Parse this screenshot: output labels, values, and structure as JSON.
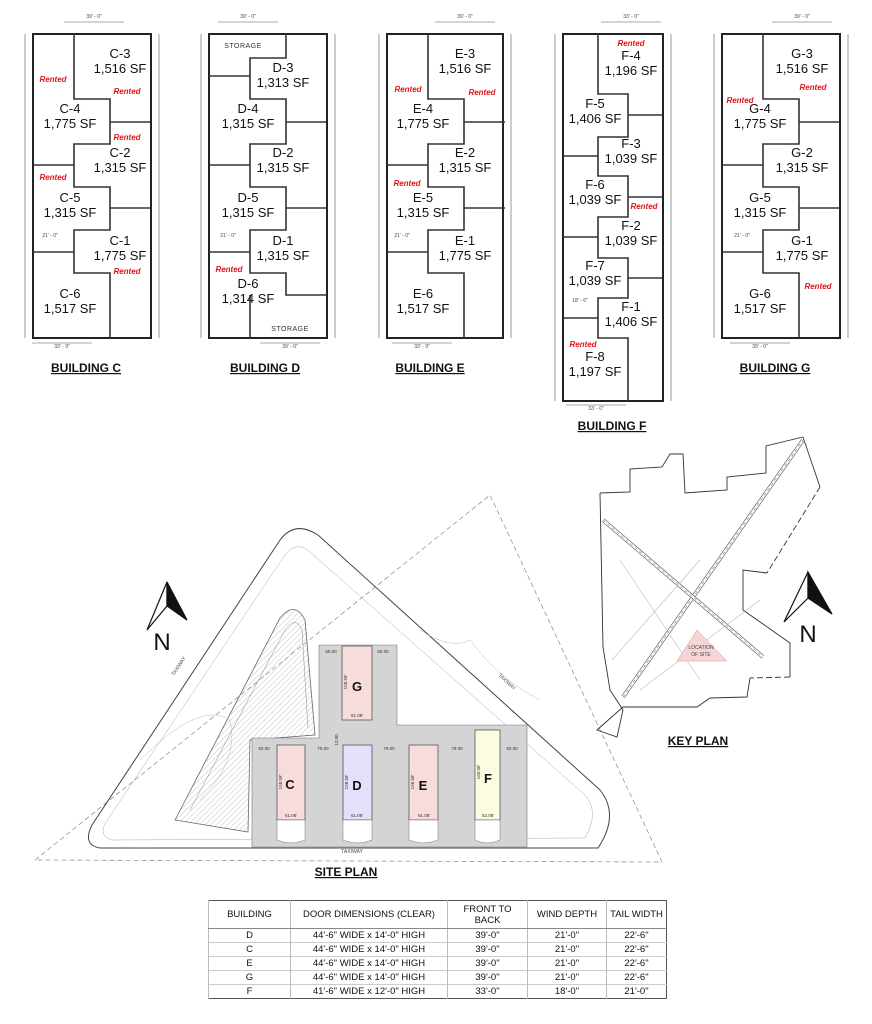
{
  "labels": {
    "rented": "Rented",
    "storage": "STORAGE"
  },
  "buildings": [
    {
      "key": "C",
      "title": "BUILDING C",
      "dims": {
        "top": "39' - 0\"",
        "bottom": "33' - 9\"",
        "inner": "21' - 0\""
      },
      "units": [
        {
          "id": "C-3",
          "area": "1,516 SF",
          "rented": true
        },
        {
          "id": "C-4",
          "area": "1,775 SF",
          "rented": true
        },
        {
          "id": "C-2",
          "area": "1,315 SF",
          "rented": true
        },
        {
          "id": "C-5",
          "area": "1,315 SF",
          "rented": true
        },
        {
          "id": "C-1",
          "area": "1,775 SF",
          "rented": true
        },
        {
          "id": "C-6",
          "area": "1,517 SF",
          "rented": false
        }
      ]
    },
    {
      "key": "D",
      "title": "BUILDING D",
      "dims": {
        "top": "39' - 0\"",
        "bottom": "39' - 0\"",
        "inner": "21' - 0\""
      },
      "units": [
        {
          "id": "D-3",
          "area": "1,313 SF",
          "rented": false
        },
        {
          "id": "D-4",
          "area": "1,315 SF",
          "rented": false
        },
        {
          "id": "D-2",
          "area": "1,315 SF",
          "rented": false
        },
        {
          "id": "D-5",
          "area": "1,315 SF",
          "rented": false
        },
        {
          "id": "D-1",
          "area": "1,315 SF",
          "rented": false
        },
        {
          "id": "D-6",
          "area": "1,314 SF",
          "rented": true
        }
      ]
    },
    {
      "key": "E",
      "title": "BUILDING E",
      "dims": {
        "top": "39' - 0\"",
        "bottom": "33' - 9\"",
        "inner": "21' - 0\""
      },
      "units": [
        {
          "id": "E-3",
          "area": "1,516 SF",
          "rented": true
        },
        {
          "id": "E-4",
          "area": "1,775 SF",
          "rented": true
        },
        {
          "id": "E-2",
          "area": "1,315 SF",
          "rented": false
        },
        {
          "id": "E-5",
          "area": "1,315 SF",
          "rented": true
        },
        {
          "id": "E-1",
          "area": "1,775 SF",
          "rented": false
        },
        {
          "id": "E-6",
          "area": "1,517 SF",
          "rented": false
        }
      ]
    },
    {
      "key": "F",
      "title": "BUILDING F",
      "dims": {
        "top": "33' - 0\"",
        "bottom": "33' - 0\"",
        "inner": "18' - 6\""
      },
      "units": [
        {
          "id": "F-4",
          "area": "1,196 SF",
          "rented": true
        },
        {
          "id": "F-5",
          "area": "1,406 SF",
          "rented": false
        },
        {
          "id": "F-3",
          "area": "1,039 SF",
          "rented": false
        },
        {
          "id": "F-6",
          "area": "1,039 SF",
          "rented": false
        },
        {
          "id": "F-2",
          "area": "1,039 SF",
          "rented": true
        },
        {
          "id": "F-7",
          "area": "1,039 SF",
          "rented": false
        },
        {
          "id": "F-1",
          "area": "1,406 SF",
          "rented": false
        },
        {
          "id": "F-8",
          "area": "1,197 SF",
          "rented": true
        }
      ]
    },
    {
      "key": "G",
      "title": "BUILDING G",
      "dims": {
        "top": "39' - 0\"",
        "bottom": "39' - 0\"",
        "inner": "21' - 0\""
      },
      "units": [
        {
          "id": "G-3",
          "area": "1,516 SF",
          "rented": true
        },
        {
          "id": "G-4",
          "area": "1,775 SF",
          "rented": true
        },
        {
          "id": "G-2",
          "area": "1,315 SF",
          "rented": false
        },
        {
          "id": "G-5",
          "area": "1,315 SF",
          "rented": false
        },
        {
          "id": "G-1",
          "area": "1,775 SF",
          "rented": true
        },
        {
          "id": "G-6",
          "area": "1,517 SF",
          "rented": false
        }
      ]
    }
  ],
  "site_plan": {
    "title": "SITE PLAN",
    "north": "N",
    "taxiway": "TAXIWAY",
    "buildings": [
      {
        "letter": "G",
        "length": "158.58'",
        "width": "61.08'",
        "color": "#f8dcdc"
      },
      {
        "letter": "C",
        "length": "158.58'",
        "width": "61.08'",
        "color": "#f8dcdc"
      },
      {
        "letter": "D",
        "length": "158.58'",
        "width": "61.08'",
        "color": "#e2e0fa"
      },
      {
        "letter": "E",
        "length": "158.58'",
        "width": "61.08'",
        "color": "#f8dcdc"
      },
      {
        "letter": "F",
        "length": "160.08'",
        "width": "52.08'",
        "color": "#fcfce0"
      }
    ],
    "setbacks": {
      "g_left": "50.00",
      "g_right": "50.00",
      "left": "50.00",
      "cd": "79.00",
      "de": "79.00",
      "ef": "79.00",
      "right": "50.00",
      "gap": "12.00"
    }
  },
  "key_plan": {
    "title": "KEY PLAN",
    "location_line1": "LOCATION",
    "location_line2": "OF SITE",
    "north": "N",
    "site_color": "#f5d5d5"
  },
  "table": {
    "headers": [
      "BUILDING",
      "DOOR DIMENSIONS (CLEAR)",
      "FRONT TO BACK",
      "WIND DEPTH",
      "TAIL WIDTH"
    ],
    "rows": [
      [
        "D",
        "44'-6\" WIDE x 14'-0\" HIGH",
        "39'-0\"",
        "21'-0\"",
        "22'-6\""
      ],
      [
        "C",
        "44'-6\" WIDE x 14'-0\" HIGH",
        "39'-0\"",
        "21'-0\"",
        "22'-6\""
      ],
      [
        "E",
        "44'-6\" WIDE x 14'-0\" HIGH",
        "39'-0\"",
        "21'-0\"",
        "22'-6\""
      ],
      [
        "G",
        "44'-6\" WIDE x 14'-0\" HIGH",
        "39'-0\"",
        "21'-0\"",
        "22'-6\""
      ],
      [
        "F",
        "41'-6\" WIDE x 12'-0\" HIGH",
        "33'-0\"",
        "18'-0\"",
        "21'-0\""
      ]
    ]
  }
}
